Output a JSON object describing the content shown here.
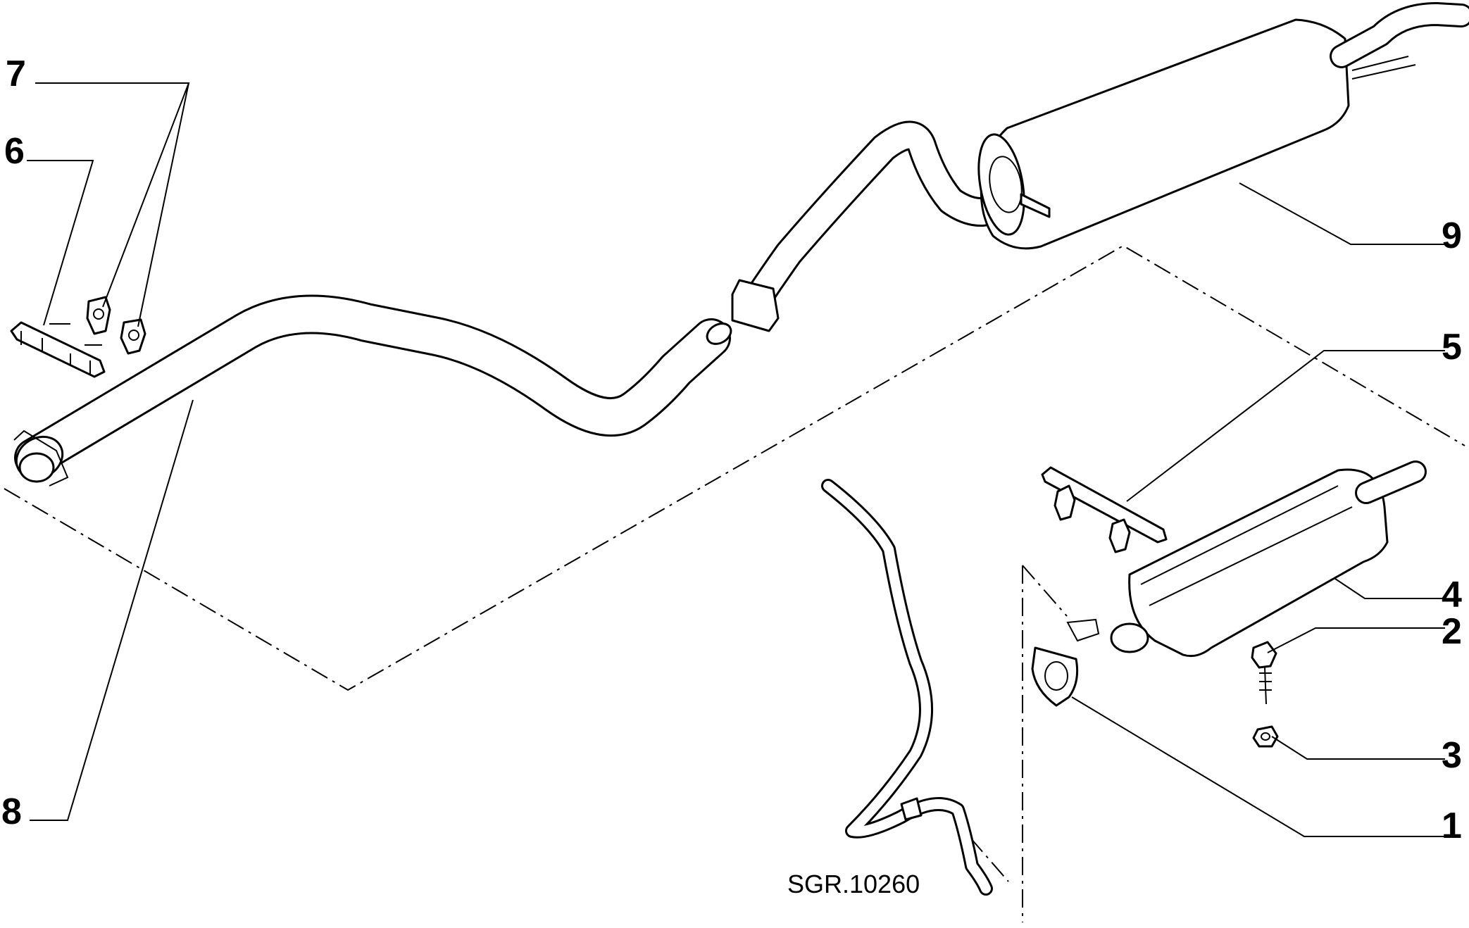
{
  "diagram": {
    "reference": "SGR.10260",
    "parts": [
      {
        "number": "1",
        "name": "gasket"
      },
      {
        "number": "2",
        "name": "bolt"
      },
      {
        "number": "3",
        "name": "nut"
      },
      {
        "number": "4",
        "name": "front-silencer"
      },
      {
        "number": "5",
        "name": "front-silencer-bracket"
      },
      {
        "number": "6",
        "name": "bracket"
      },
      {
        "number": "7",
        "name": "rubber-mounts"
      },
      {
        "number": "8",
        "name": "intermediate-pipe"
      },
      {
        "number": "9",
        "name": "rear-silencer"
      }
    ]
  }
}
